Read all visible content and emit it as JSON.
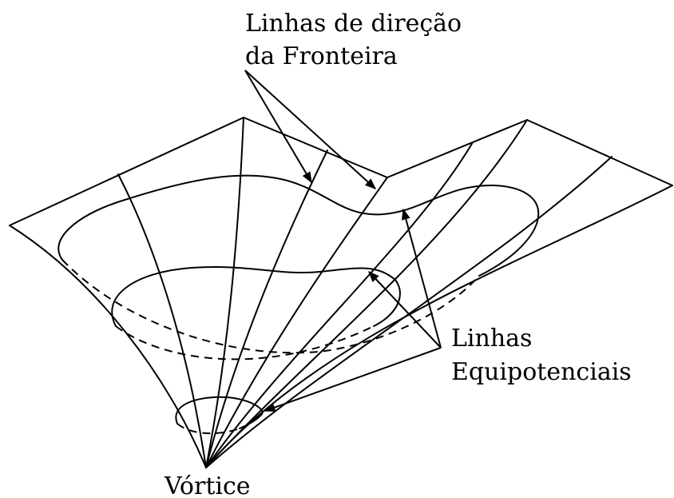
{
  "labels": {
    "boundary_line1": "Linhas de direção",
    "boundary_line2": "da Fronteira",
    "equipotential_line1": "Linhas",
    "equipotential_line2": "Equipotenciais",
    "vortex": "Vórtice"
  },
  "colors": {
    "ink": "#000000",
    "background": "#ffffff"
  }
}
